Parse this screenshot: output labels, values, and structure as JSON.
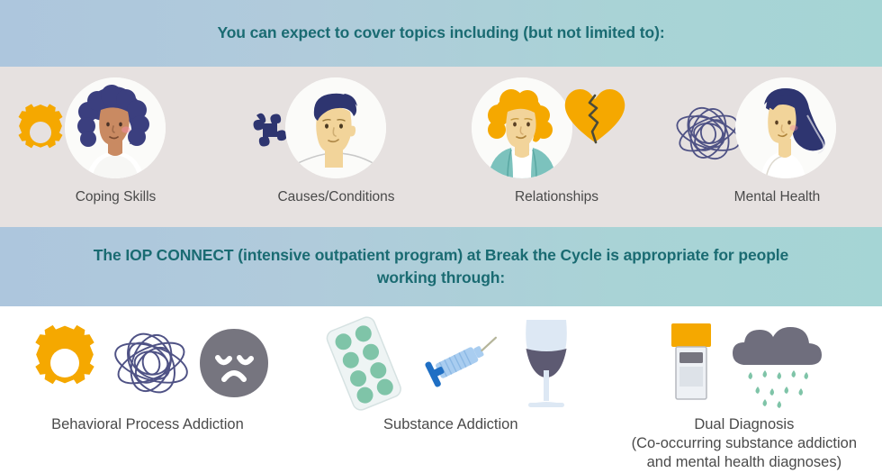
{
  "banners": {
    "top": "You can expect to cover topics including (but not limited to):",
    "middle": "The IOP CONNECT (intensive outpatient program) at Break the Cycle is appropriate for people working through:"
  },
  "colors": {
    "banner_gradient_left": "#adc6dd",
    "banner_gradient_right": "#a5d5d5",
    "banner_text": "#1a6b72",
    "topics_background": "#e6e1e0",
    "circle_background": "#fbfbf9",
    "label_text": "#4a4a4a",
    "accent_gold": "#f5a800",
    "accent_navy": "#3b3f7f",
    "accent_teal": "#7cc2bd",
    "accent_gray": "#76757f",
    "skin_light": "#f2d49a",
    "skin_medium": "#c98a62",
    "page_background": "#ffffff"
  },
  "topics": [
    {
      "label": "Coping Skills",
      "icon": "gear-icon",
      "portrait": "woman-curly-dark-hair-portrait"
    },
    {
      "label": "Causes/Conditions",
      "icon": "puzzle-piece-icon",
      "portrait": "man-short-hair-portrait"
    },
    {
      "label": "Relationships",
      "icon": "broken-heart-icon",
      "portrait": "woman-blonde-hair-portrait"
    },
    {
      "label": "Mental Health",
      "icon": "tangled-scribble-icon",
      "portrait": "woman-long-dark-hair-portrait"
    }
  ],
  "conditions": [
    {
      "label": "Behavioral Process Addiction",
      "sub": "",
      "icons": [
        "gear-icon",
        "tangled-scribble-icon",
        "sad-face-icon"
      ]
    },
    {
      "label": "Substance Addiction",
      "sub": "",
      "icons": [
        "pill-blister-pack-icon",
        "syringe-icon",
        "wine-glass-icon"
      ]
    },
    {
      "label": "Dual Diagnosis",
      "sub_line_1": "(Co-occurring substance addiction",
      "sub_line_2": "and mental health diagnoses)",
      "icons": [
        "specimen-cup-icon",
        "rain-cloud-icon"
      ]
    }
  ]
}
